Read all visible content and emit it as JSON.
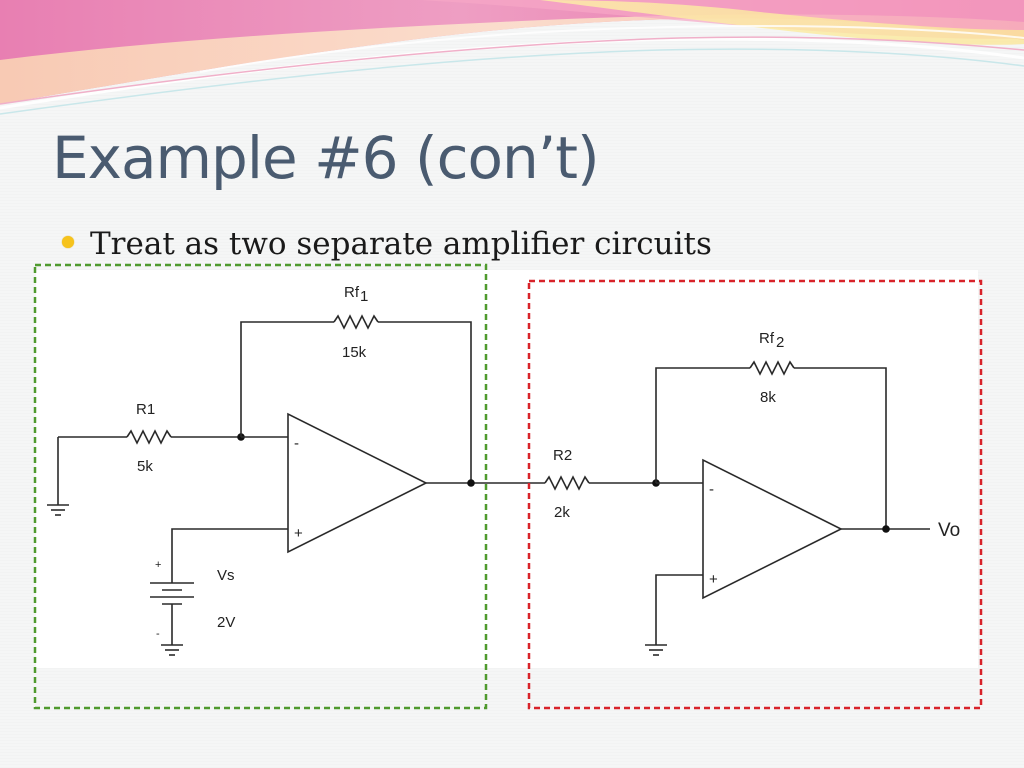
{
  "slide": {
    "title": "Example #6 (con’t)",
    "bullet": "Treat as two separate amplifier circuits"
  },
  "circuit": {
    "stage1": {
      "rf_name": "Rf",
      "rf_sub": "1",
      "rf_value": "15k",
      "r_in_name": "R1",
      "r_in_value": "5k",
      "source_name": "Vs",
      "source_value": "2V",
      "source_plus": "+",
      "source_minus": "-",
      "opamp_minus": "-",
      "opamp_plus": "+"
    },
    "stage2": {
      "rf_name": "Rf",
      "rf_sub": "2",
      "rf_value": "8k",
      "r_in_name": "R2",
      "r_in_value": "2k",
      "opamp_minus": "-",
      "opamp_plus": "+",
      "output_label": "Vo"
    }
  },
  "colors": {
    "title": "#4a5b70",
    "bullet_dot": "#f6c31c",
    "stage1_frame": "#4f9a2e",
    "stage2_frame": "#d8232a",
    "swoosh_pink": "#e67fb0",
    "swoosh_peach": "#f8c9a6"
  }
}
